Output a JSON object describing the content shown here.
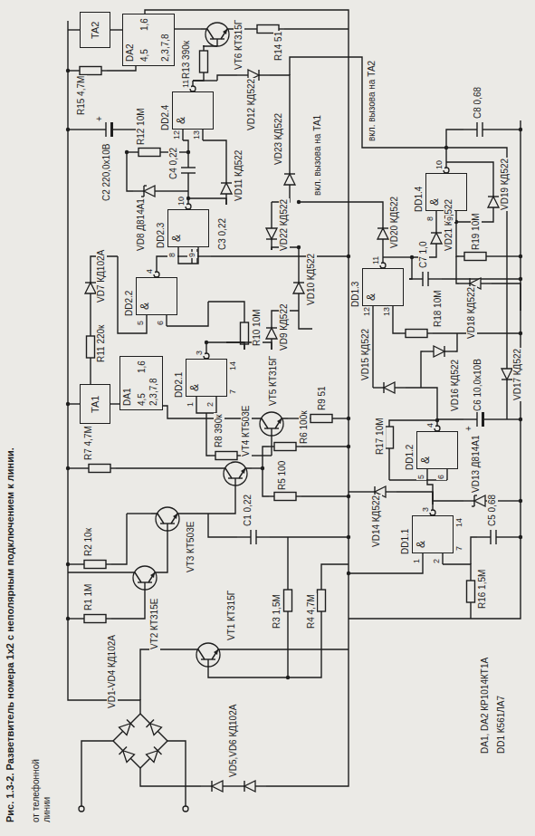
{
  "diagram": {
    "caption": "Рис. 1.3-2. Разветвитель номера 1x2 с неполярным подключением к линии.",
    "nodes": [
      {
        "text": [
          "TA1"
        ]
      },
      {
        "text": [
          "DA1",
          "4,5",
          "1,6",
          "2,3,7,8"
        ]
      },
      {
        "text": [
          "DD2.1",
          "&"
        ]
      },
      {
        "text": [
          "DD2.2",
          "&"
        ]
      },
      {
        "text": [
          "DD2.3",
          "&"
        ]
      },
      {
        "text": [
          "DD2.4",
          "&"
        ]
      },
      {
        "text": [
          "TA2"
        ]
      },
      {
        "text": [
          "DA2",
          "4,5",
          "1,6",
          "2,3,7,8"
        ]
      },
      {
        "text": [
          "DD1.1",
          "&"
        ]
      },
      {
        "text": [
          "DD1.2",
          "&"
        ]
      },
      {
        "text": [
          "DD1.3",
          "&"
        ]
      },
      {
        "text": [
          "DD1.4",
          "&"
        ]
      }
    ],
    "labels": [
      "от телефонной линии",
      "VD1-VD4 КД102А",
      "VD5,VD6 КД102А",
      "R1 1М",
      "R2 10к",
      "VT1 КТ315Г",
      "VT2 КТ315Е",
      "VT3 КТ503Е",
      "R7 4,7М",
      "VT4 КТ503Е",
      "C1 0,22",
      "R3 1,5М",
      "R4 4,7М",
      "R5 100",
      "R6 100к",
      "R11 220к",
      "VD7 КД102А",
      "R8 390к",
      "VT5 КТ315Г",
      "R9 51",
      "R10 10М",
      "VD9 КД522",
      "C3 0,22",
      "C4 0,22",
      "VD8 Д814А1",
      "R12 10М",
      "VD11 КД522",
      "C2 220,0х10В",
      "+",
      "R15 4,7М",
      "R13 390к",
      "VT6 КТ315Г",
      "R14 51",
      "VD12 КД522",
      "VD10 КД522",
      "VD22 КД522",
      "VD23 КД522",
      "вкл. вызова на ТА1",
      "вкл. вызова на ТА2",
      "DA1, DA2 КР1014КТ1А",
      "DD1 К561ЛА7",
      "R16 1,5М",
      "C5 0,68",
      "VD13 Д814А1",
      "VD14 КД522",
      "R17 10М",
      "C6 10,0х10В",
      "+",
      "VD15 КД522",
      "R18 10М",
      "VD16 КД522",
      "C7 1,0",
      "VD20 КД522",
      "VD21 КД522",
      "R19 10М",
      "VD18 КД522",
      "VD19 КД522",
      "VD17 КД522",
      "C8 0,68",
      "1",
      "2",
      "3",
      "14",
      "7",
      "5",
      "6",
      "4",
      "8",
      "9",
      "10",
      "12",
      "13",
      "11",
      "1",
      "2",
      "3",
      "14",
      "7",
      "5",
      "6",
      "4",
      "12",
      "13",
      "11",
      "8",
      "9",
      "10"
    ]
  }
}
